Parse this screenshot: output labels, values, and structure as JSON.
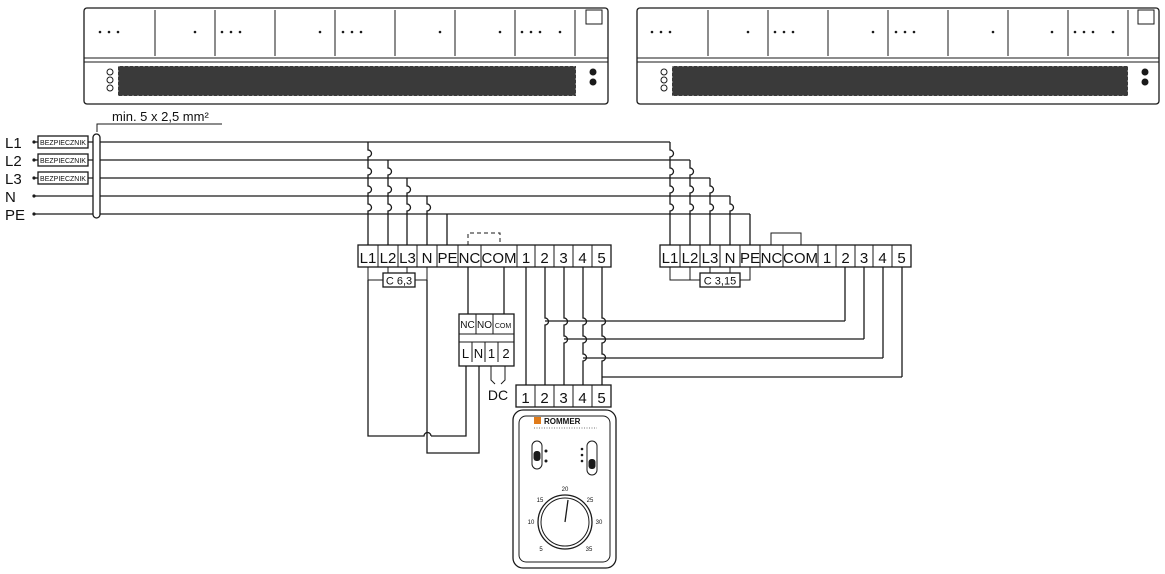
{
  "wire_spec": "min. 5 x 2,5 mm²",
  "supply_lines": [
    "L1",
    "L2",
    "L3",
    "N",
    "PE"
  ],
  "fuse_label": "BEZPIECZNIK",
  "heater_terminals": [
    "L1",
    "L2",
    "L3",
    "N",
    "PE",
    "NC",
    "COM",
    "1",
    "2",
    "3",
    "4",
    "5"
  ],
  "bridge_labels": [
    "C 6,3",
    "C 3,15"
  ],
  "relay_top_terminals": [
    "NC",
    "NO",
    "COM"
  ],
  "relay_bottom_terminals": [
    "L",
    "N",
    "1",
    "2"
  ],
  "relay_dc_label": "DC",
  "controller_terminals": [
    "1",
    "2",
    "3",
    "4",
    "5"
  ],
  "controller_brand": "ROMMER",
  "dial_scale": [
    "5",
    "10",
    "15",
    "20",
    "25",
    "30",
    "35"
  ]
}
